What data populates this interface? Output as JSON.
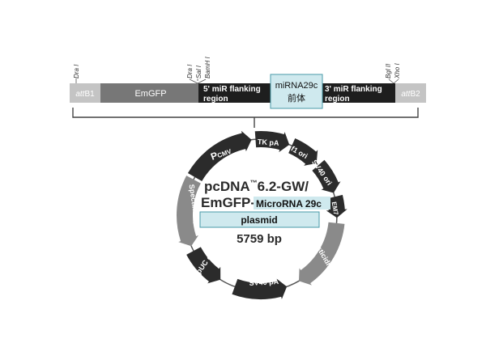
{
  "cassette": {
    "sites": [
      "Dra I",
      "Dra I",
      "Sal I",
      "BamH I",
      "Bgl II",
      "Xho I"
    ],
    "segments": {
      "attb1_prefix": "att",
      "attb1_suffix": "B1",
      "emgfp": "EmGFP",
      "flank5_line1": "5' miR flanking",
      "flank5_line2": "region",
      "insert_line1": "miRNA29c",
      "insert_line2": "前体",
      "flank3_line1": "3' miR flanking",
      "flank3_line2": "region",
      "attb2_prefix": "att",
      "attb2_suffix": "B2"
    }
  },
  "plasmid": {
    "name_base": "pcDNA",
    "name_tm": "™",
    "name_rest": "6.2-GW/",
    "name_line2": "EmGFP-",
    "insert_label": "MicroRNA 29c",
    "plasmid_label": "plasmid",
    "size_label": "5759 bp",
    "features": {
      "pcmv_p": "P",
      "pcmv_sub": "CMV",
      "tkpa": "TK pA",
      "f1ori": "f1 ori",
      "sv40ori": "SV40 ori",
      "em7": "EM7",
      "blasticidin": "Blasticidin",
      "sv40pa": "SV40 pA",
      "puc": "pUC ori",
      "spectinomycin": "Spectinomycin"
    }
  },
  "colors": {
    "dark_feature": "#2b2b2b",
    "gray_feature": "#8a8a8a",
    "light_box": "#cfe9ee",
    "light_box_border": "#4a9aa8",
    "emgfp_bar": "#777777",
    "att_bar": "#c4c4c4",
    "flank_bar": "#1e1e1e"
  }
}
